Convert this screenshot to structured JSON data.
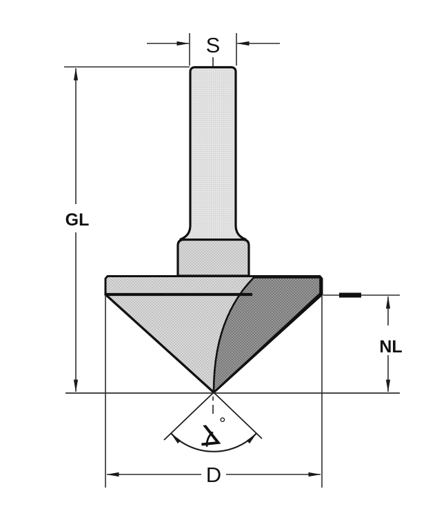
{
  "diagram": {
    "title": "V-groove router bit technical drawing",
    "labels": {
      "shank_diameter": "S",
      "overall_length": "GL",
      "cutting_length": "NL",
      "diameter": "D",
      "angle_symbol": "∡",
      "degree_sign": "°"
    },
    "colors": {
      "background": "#ffffff",
      "outline": "#111111",
      "dimension_line": "#2b2b2b",
      "shank_fill": "#e2e2e2",
      "collar_fill": "#d6d6d6",
      "head_fill": "#d4d4d4",
      "flute_fill": "#909090"
    }
  }
}
